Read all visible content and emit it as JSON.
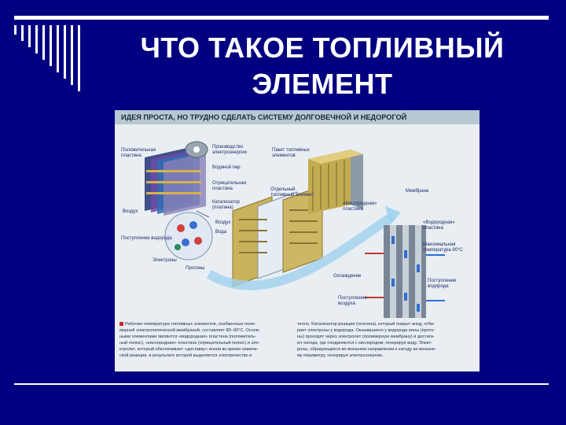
{
  "slide": {
    "title_line1": "ЧТО ТАКОЕ ТОПЛИВНЫЙ",
    "title_line2": "ЭЛЕМЕНТ"
  },
  "figure": {
    "header": "ИДЕЯ ПРОСТА, НО ТРУДНО СДЕЛАТЬ СИСТЕМУ ДОЛГОВЕЧНОЙ И НЕДОРОГОЙ",
    "labels": {
      "positive_plate": "Положительная пластина",
      "electricity": "Производство электроэнергии",
      "water_vapor": "Водяной пар",
      "negative_plate": "Отрицательная пластина",
      "catalyst": "Катализатор (платина)",
      "air": "Воздух",
      "air2": "Воздух",
      "water": "Вода",
      "hydrogen_ingress": "Поступление водорода",
      "electrons": "Электроны",
      "protons": "Протоны",
      "stack": "Пакет топливных элементов",
      "single_cell": "Отдельный топливный элемент",
      "oxygen_plate": "«Кислородная» пластина",
      "membrane": "Мембрана",
      "hydrogen_plate": "«Водородная» пластина",
      "max_temp": "Максимальная температура 90°C",
      "cooling": "Охлаждение",
      "hydrogen_in": "Поступление водорода",
      "air_in": "Поступление воздуха"
    },
    "caption_left": [
      "Рабочая температура топливных элементов, снабженных поли-",
      "мерной электролитической мембраной, составляет 80–90°С. Основ-",
      "ными элементами являются «водородная» пластина (положитель-",
      "ный полюс), «кислородная» пластина (отрицательный полюс) и эле-",
      "ктролит, который обеспечивает «доставку» ионов во время химиче-",
      "ской реакции, в результате которой выделяется электричество и"
    ],
    "caption_right": [
      "тепло. Катализатор реакции (платина), который покрыт анод, отби-",
      "рает электроны у водорода. Оказавшиеся у водорода ионы (прото-",
      "ны) проходят через электролит (полимерную мембрану) и достига-",
      "ют катода, где соединяются с кислородом, генерируя воду. Элект-",
      "роны, образующиеся во внешнем направлении к катоду во внешне-",
      "му периметру, генерируя электроэнергию."
    ]
  },
  "colors": {
    "background": "#000080",
    "rules": "#ffffff",
    "accent_red": "#cc2a2a"
  }
}
